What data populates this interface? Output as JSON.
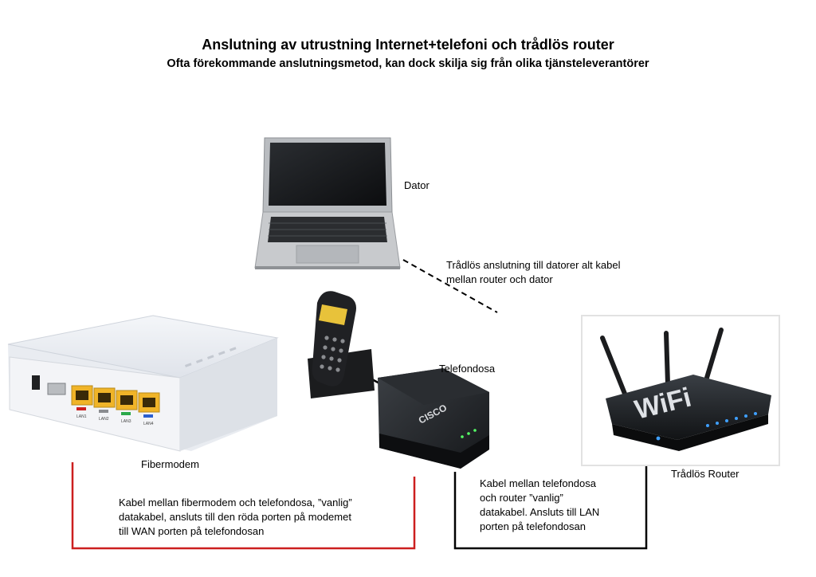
{
  "title": "Anslutning av utrustning Internet+telefoni och trådlös router",
  "subtitle": "Ofta förekommande anslutningsmetod, kan dock skilja sig från olika tjänsteleverantörer",
  "devices": {
    "computer": "Dator",
    "phone_box": "Telefondosa",
    "fiber_modem": "Fibermodem",
    "wireless_router": "Trådlös Router"
  },
  "device_markings": {
    "router_logo": "WiFi",
    "phone_box_logo": "CISCO",
    "modem_ports": [
      "LAN1",
      "LAN2",
      "LAN3",
      "LAN4"
    ]
  },
  "connections": {
    "wireless": "Trådlös anslutning till datorer alt kabel\nmellan router och dator",
    "modem_to_phonebox": "Kabel mellan fibermodem och telefondosa, ”vanlig”\ndatakabel, ansluts till den röda porten på modemet\ntill WAN porten på telefondosan",
    "phonebox_to_router": "Kabel mellan telefondosa\noch router ”vanlig”\ndatakabel. Ansluts till LAN\nporten på telefondosan"
  },
  "colors": {
    "modem_cable": "#cc1f1f",
    "router_cable": "#000000",
    "port_yellow": "#f0b428"
  }
}
